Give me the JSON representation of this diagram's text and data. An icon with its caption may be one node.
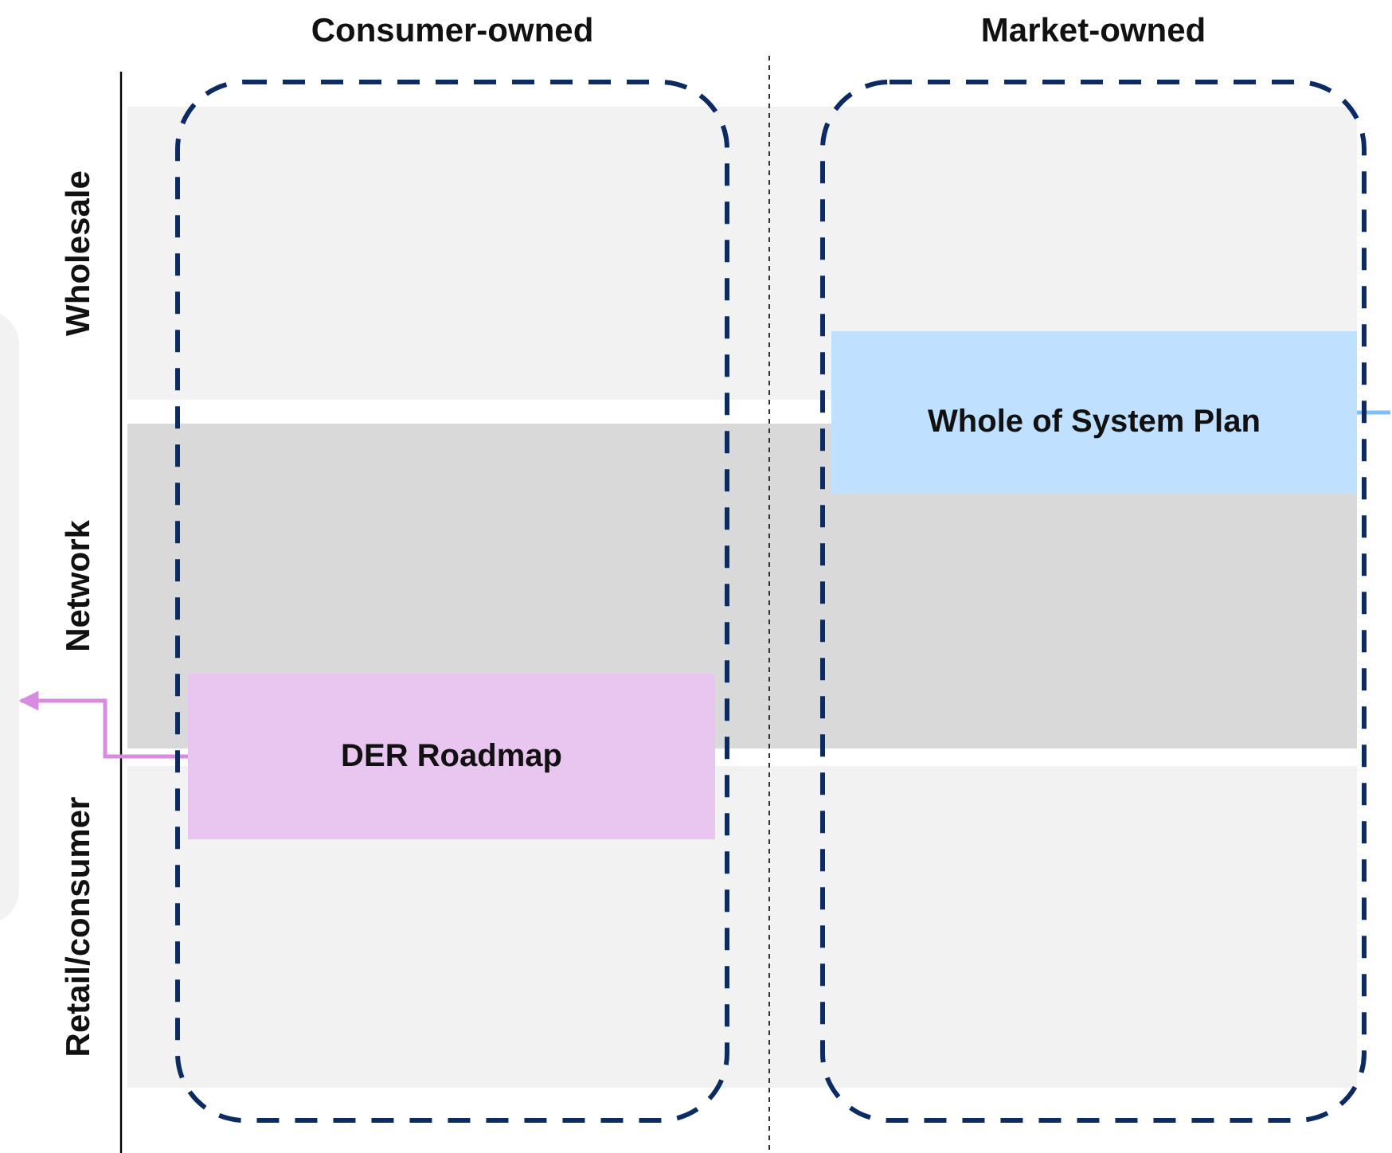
{
  "diagram": {
    "nodes": [
      {
        "text": [
          "Consumer-owned"
        ]
      },
      {
        "text": [
          "Market-owned"
        ]
      },
      {
        "text": [
          "Wholesale"
        ]
      },
      {
        "text": [
          "Network"
        ]
      },
      {
        "text": [
          "Retail/consumer"
        ]
      },
      {
        "text": [
          "DER Roadmap"
        ],
        "in": 0
      },
      {
        "text": [
          "Whole of System Plan"
        ],
        "in": 1
      },
      {
        "text": [],
        "shape": "box"
      }
    ],
    "edges": [
      {
        "from": 5,
        "to": 7,
        "arrow": "to",
        "color": "#d98be0"
      },
      {
        "from": 6,
        "to": null,
        "arrow": "none",
        "color": "#7fbff5"
      }
    ]
  }
}
